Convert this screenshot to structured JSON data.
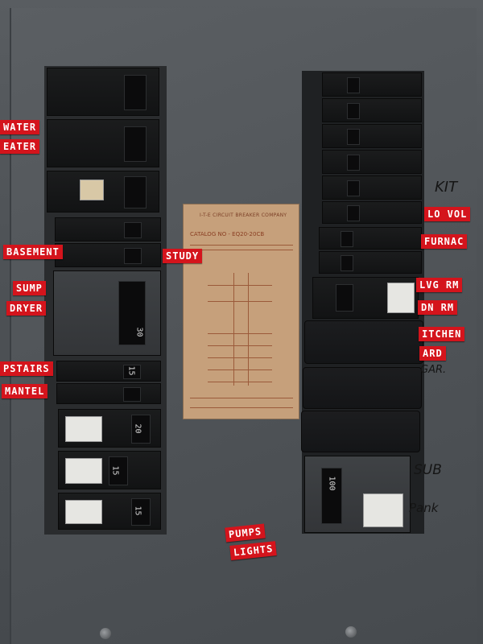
{
  "panel_plate": {
    "title": "I-T-E CIRCUIT BREAKER COMPANY",
    "catalog": "CATALOG NO - EQ20-20CB"
  },
  "tapes": {
    "left": [
      "WATER",
      "EATER",
      "BASEMENT",
      "STUDY",
      "SUMP",
      "DRYER",
      "PSTAIRS",
      "MANTEL",
      "PUMPS",
      "LIGHTS"
    ],
    "right": [
      "LO VOL",
      "FURNAC",
      "LVG RM",
      "DN RM",
      "ITCHEN",
      "ARD"
    ]
  },
  "handwriting": [
    "KIT",
    "GAR.",
    "SUB",
    "Pank"
  ],
  "breaker_ratings": [
    "30",
    "15",
    "20",
    "15",
    "15",
    "100"
  ]
}
